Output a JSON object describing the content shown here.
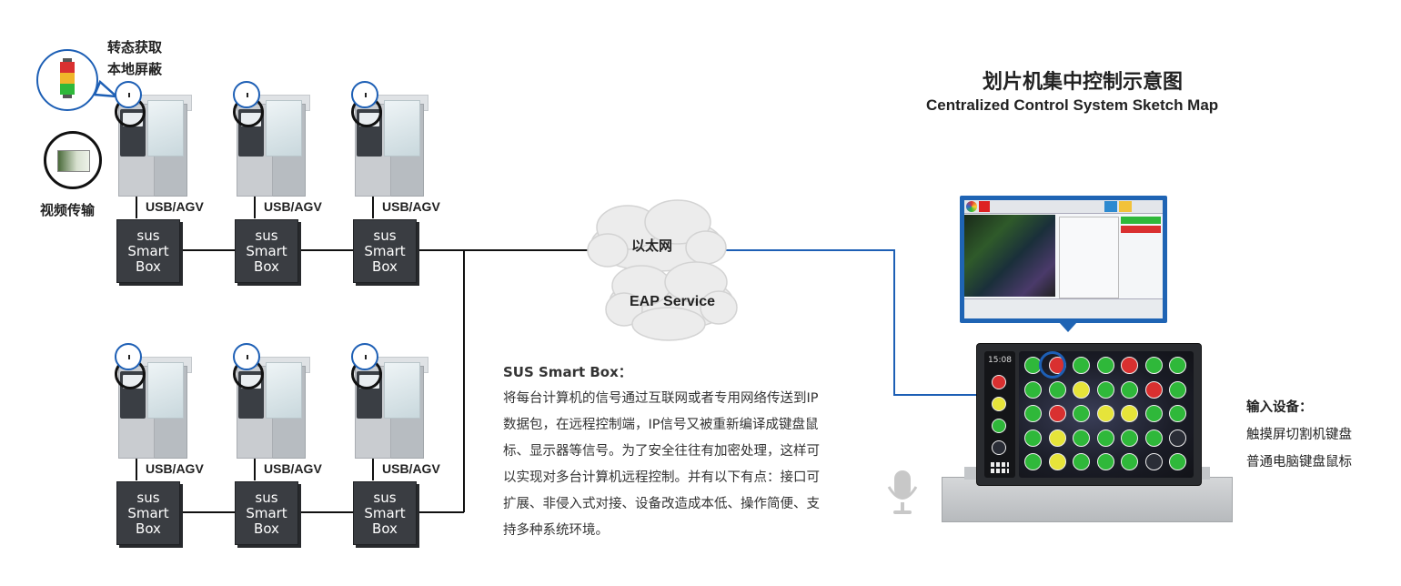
{
  "title": {
    "cn": "划片机集中控制示意图",
    "en": "Centralized Control System Sketch Map"
  },
  "callouts": {
    "status_line1": "转态获取",
    "status_line2": "本地屏蔽",
    "video": "视频传输"
  },
  "network": {
    "link_label": "USB/AGV",
    "box": {
      "line1": "sus",
      "line2": "Smart",
      "line3": "Box"
    },
    "ethernet": "以太网",
    "eap": "EAP Service"
  },
  "description": {
    "heading": "SUS Smart Box：",
    "lines": [
      "将每台计算机的信号通过互联网或者专用网络传送到IP",
      "数据包，在远程控制端，IP信号又被重新编译成键盘鼠",
      "标、显示器等信号。为了安全往往有加密处理，这样可",
      "以实现对多台计算机远程控制。并有以下有点：接口可",
      "扩展、非侵入式对接、设备改造成本低、操作简便、支",
      "持多种系统环境。"
    ]
  },
  "input_devices": {
    "heading": "输入设备：",
    "items": [
      "触摸屏切割机键盘",
      "普通电脑键盘鼠标"
    ]
  },
  "tablet": {
    "time": "15:08"
  },
  "colors": {
    "accent": "#1d5fb5",
    "box": "#3a3d42",
    "ok": "#2fb83a",
    "alarm": "#d93030",
    "warn": "#e6e43a"
  }
}
